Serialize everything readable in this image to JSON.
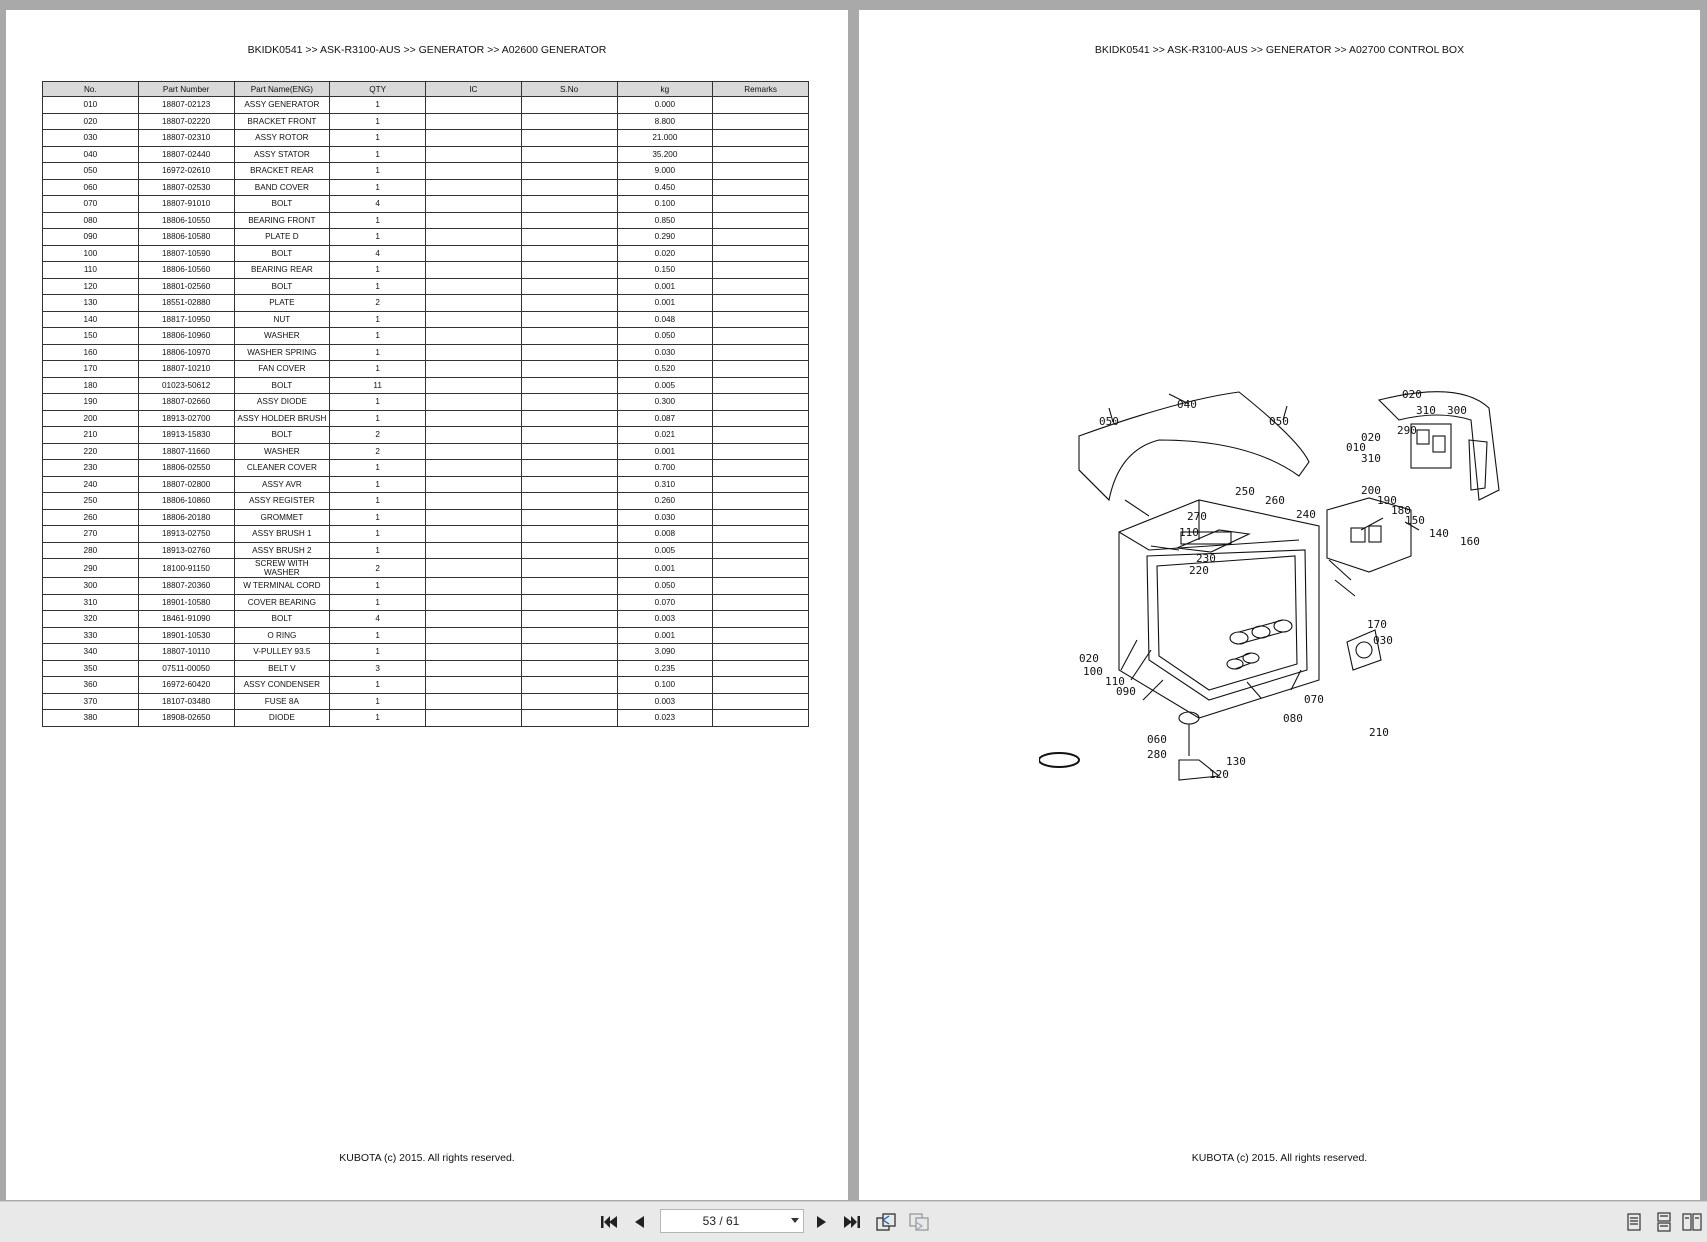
{
  "left_page": {
    "header": "BKIDK0541 >> ASK-R3100-AUS >> GENERATOR >> A02600   GENERATOR",
    "footer": "KUBOTA (c) 2015. All rights reserved.",
    "columns": [
      "No.",
      "Part Number",
      "Part Name(ENG)",
      "QTY",
      "IC",
      "S.No",
      "kg",
      "Remarks"
    ],
    "rows": [
      [
        "010",
        "18807-02123",
        "ASSY GENERATOR",
        "1",
        "",
        "",
        "0.000",
        ""
      ],
      [
        "020",
        "18807-02220",
        "BRACKET FRONT",
        "1",
        "",
        "",
        "8.800",
        ""
      ],
      [
        "030",
        "18807-02310",
        "ASSY ROTOR",
        "1",
        "",
        "",
        "21.000",
        ""
      ],
      [
        "040",
        "18807-02440",
        "ASSY STATOR",
        "1",
        "",
        "",
        "35.200",
        ""
      ],
      [
        "050",
        "16972-02610",
        "BRACKET REAR",
        "1",
        "",
        "",
        "9.000",
        ""
      ],
      [
        "060",
        "18807-02530",
        "BAND COVER",
        "1",
        "",
        "",
        "0.450",
        ""
      ],
      [
        "070",
        "18807-91010",
        "BOLT",
        "4",
        "",
        "",
        "0.100",
        ""
      ],
      [
        "080",
        "18806-10550",
        "BEARING FRONT",
        "1",
        "",
        "",
        "0.850",
        ""
      ],
      [
        "090",
        "18806-10580",
        "PLATE D",
        "1",
        "",
        "",
        "0.290",
        ""
      ],
      [
        "100",
        "18807-10590",
        "BOLT",
        "4",
        "",
        "",
        "0.020",
        ""
      ],
      [
        "110",
        "18806-10560",
        "BEARING REAR",
        "1",
        "",
        "",
        "0.150",
        ""
      ],
      [
        "120",
        "18801-02560",
        "BOLT",
        "1",
        "",
        "",
        "0.001",
        ""
      ],
      [
        "130",
        "18551-02880",
        "PLATE",
        "2",
        "",
        "",
        "0.001",
        ""
      ],
      [
        "140",
        "18817-10950",
        "NUT",
        "1",
        "",
        "",
        "0.048",
        ""
      ],
      [
        "150",
        "18806-10960",
        "WASHER",
        "1",
        "",
        "",
        "0.050",
        ""
      ],
      [
        "160",
        "18806-10970",
        "WASHER SPRING",
        "1",
        "",
        "",
        "0.030",
        ""
      ],
      [
        "170",
        "18807-10210",
        "FAN COVER",
        "1",
        "",
        "",
        "0.520",
        ""
      ],
      [
        "180",
        "01023-50612",
        "BOLT",
        "11",
        "",
        "",
        "0.005",
        ""
      ],
      [
        "190",
        "18807-02660",
        "ASSY DIODE",
        "1",
        "",
        "",
        "0.300",
        ""
      ],
      [
        "200",
        "18913-02700",
        "ASSY HOLDER BRUSH",
        "1",
        "",
        "",
        "0.087",
        ""
      ],
      [
        "210",
        "18913-15830",
        "BOLT",
        "2",
        "",
        "",
        "0.021",
        ""
      ],
      [
        "220",
        "18807-11660",
        "WASHER",
        "2",
        "",
        "",
        "0.001",
        ""
      ],
      [
        "230",
        "18806-02550",
        "CLEANER COVER",
        "1",
        "",
        "",
        "0.700",
        ""
      ],
      [
        "240",
        "18807-02800",
        "ASSY AVR",
        "1",
        "",
        "",
        "0.310",
        ""
      ],
      [
        "250",
        "18806-10860",
        "ASSY REGISTER",
        "1",
        "",
        "",
        "0.260",
        ""
      ],
      [
        "260",
        "18806-20180",
        "GROMMET",
        "1",
        "",
        "",
        "0.030",
        ""
      ],
      [
        "270",
        "18913-02750",
        "ASSY BRUSH 1",
        "1",
        "",
        "",
        "0.008",
        ""
      ],
      [
        "280",
        "18913-02760",
        "ASSY BRUSH 2",
        "1",
        "",
        "",
        "0.005",
        ""
      ],
      [
        "290",
        "18100-91150",
        "SCREW WITH WASHER",
        "2",
        "",
        "",
        "0.001",
        ""
      ],
      [
        "300",
        "18807-20360",
        "W TERMINAL CORD",
        "1",
        "",
        "",
        "0.050",
        ""
      ],
      [
        "310",
        "18901-10580",
        "COVER BEARING",
        "1",
        "",
        "",
        "0.070",
        ""
      ],
      [
        "320",
        "18461-91090",
        "BOLT",
        "4",
        "",
        "",
        "0.003",
        ""
      ],
      [
        "330",
        "18901-10530",
        "O RING",
        "1",
        "",
        "",
        "0.001",
        ""
      ],
      [
        "340",
        "18807-10110",
        "V-PULLEY 93.5",
        "1",
        "",
        "",
        "3.090",
        ""
      ],
      [
        "350",
        "07511-00050",
        "BELT V",
        "3",
        "",
        "",
        "0.235",
        ""
      ],
      [
        "360",
        "16972-60420",
        "ASSY CONDENSER",
        "1",
        "",
        "",
        "0.100",
        ""
      ],
      [
        "370",
        "18107-03480",
        "FUSE 8A",
        "1",
        "",
        "",
        "0.003",
        ""
      ],
      [
        "380",
        "18908-02650",
        "DIODE",
        "1",
        "",
        "",
        "0.023",
        ""
      ]
    ]
  },
  "right_page": {
    "header": "BKIDK0541 >> ASK-R3100-AUS >> GENERATOR >> A02700   CONTROL BOX",
    "footer": "KUBOTA (c) 2015. All rights reserved.",
    "diagram_labels": [
      "040",
      "050",
      "050",
      "020",
      "310",
      "300",
      "010",
      "020",
      "310",
      "290",
      "250",
      "260",
      "270",
      "240",
      "200",
      "190",
      "180",
      "150",
      "140",
      "160",
      "110",
      "230",
      "220",
      "170",
      "030",
      "020",
      "100",
      "110",
      "090",
      "070",
      "080",
      "210",
      "060",
      "280",
      "130",
      "120"
    ]
  },
  "toolbar": {
    "page_value": "53 / 61",
    "icons": [
      "first-page-icon",
      "prev-page-icon",
      "next-page-icon",
      "last-page-icon",
      "previous-view-icon",
      "next-view-icon",
      "single-page-icon",
      "continuous-icon",
      "facing-pages-icon"
    ]
  }
}
